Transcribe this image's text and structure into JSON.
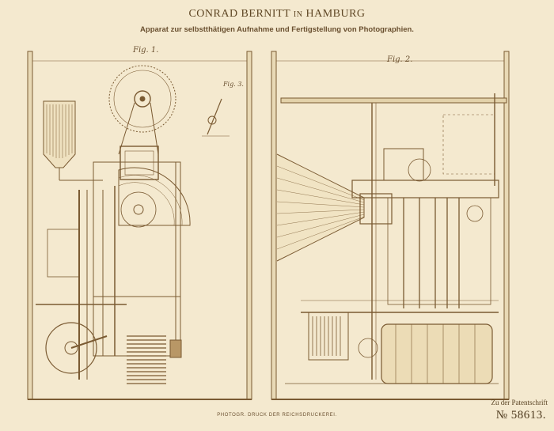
{
  "header": {
    "inventor_name": "CONRAD BERNITT",
    "inventor_in": "IN",
    "inventor_city": "HAMBURG",
    "subtitle": "Apparat zur selbstthätigen Aufnahme und Fertigstellung von Photographien."
  },
  "figures": {
    "fig1_label": "Fig. 1.",
    "fig2_label": "Fig. 2.",
    "fig3_label": "Fig. 3."
  },
  "footer": {
    "reference_note": "Zu der Patentschrift",
    "patent_number": "№ 58613.",
    "printer": "PHOTOGR. DRUCK DER REICHSDRUCKEREI."
  },
  "colors": {
    "paper": "#f4e9cf",
    "ink": "#7a5a32"
  }
}
